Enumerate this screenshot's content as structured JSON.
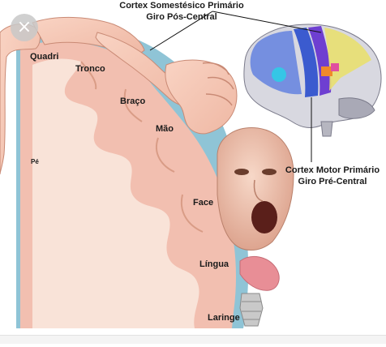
{
  "figure": {
    "top_caption_line1": "Cortex Somestésico Primário",
    "top_caption_line2": "Giro Pós-Central",
    "right_caption_line1": "Cortex Motor Primário",
    "right_caption_line2": "Giro Pré-Central",
    "labels": {
      "quadril": "Quadri",
      "tronco": "Tronco",
      "braco": "Braço",
      "mao": "Mão",
      "pe": "Pé",
      "face": "Face",
      "lingua": "Língua",
      "laringe": "Laringe"
    }
  },
  "ui": {
    "close_icon": "close-icon",
    "close_glyph": "×"
  }
}
